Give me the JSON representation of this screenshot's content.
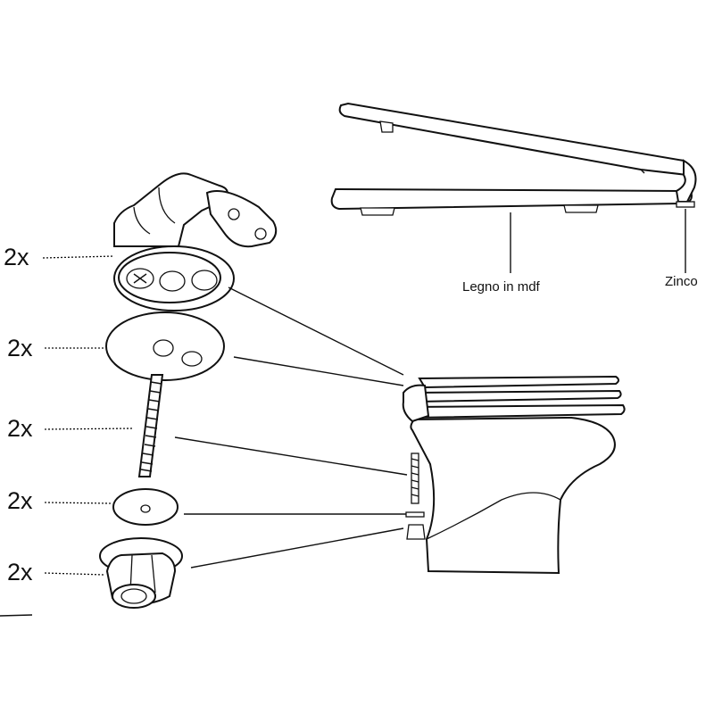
{
  "quantities": {
    "hinge": "2x",
    "plate": "2x",
    "bolt": "2x",
    "washer": "2x",
    "nut": "2x"
  },
  "labels": {
    "material_seat": "Legno in mdf",
    "material_hinge": "Zinco"
  },
  "colors": {
    "ink": "#111111",
    "paper": "#ffffff"
  }
}
